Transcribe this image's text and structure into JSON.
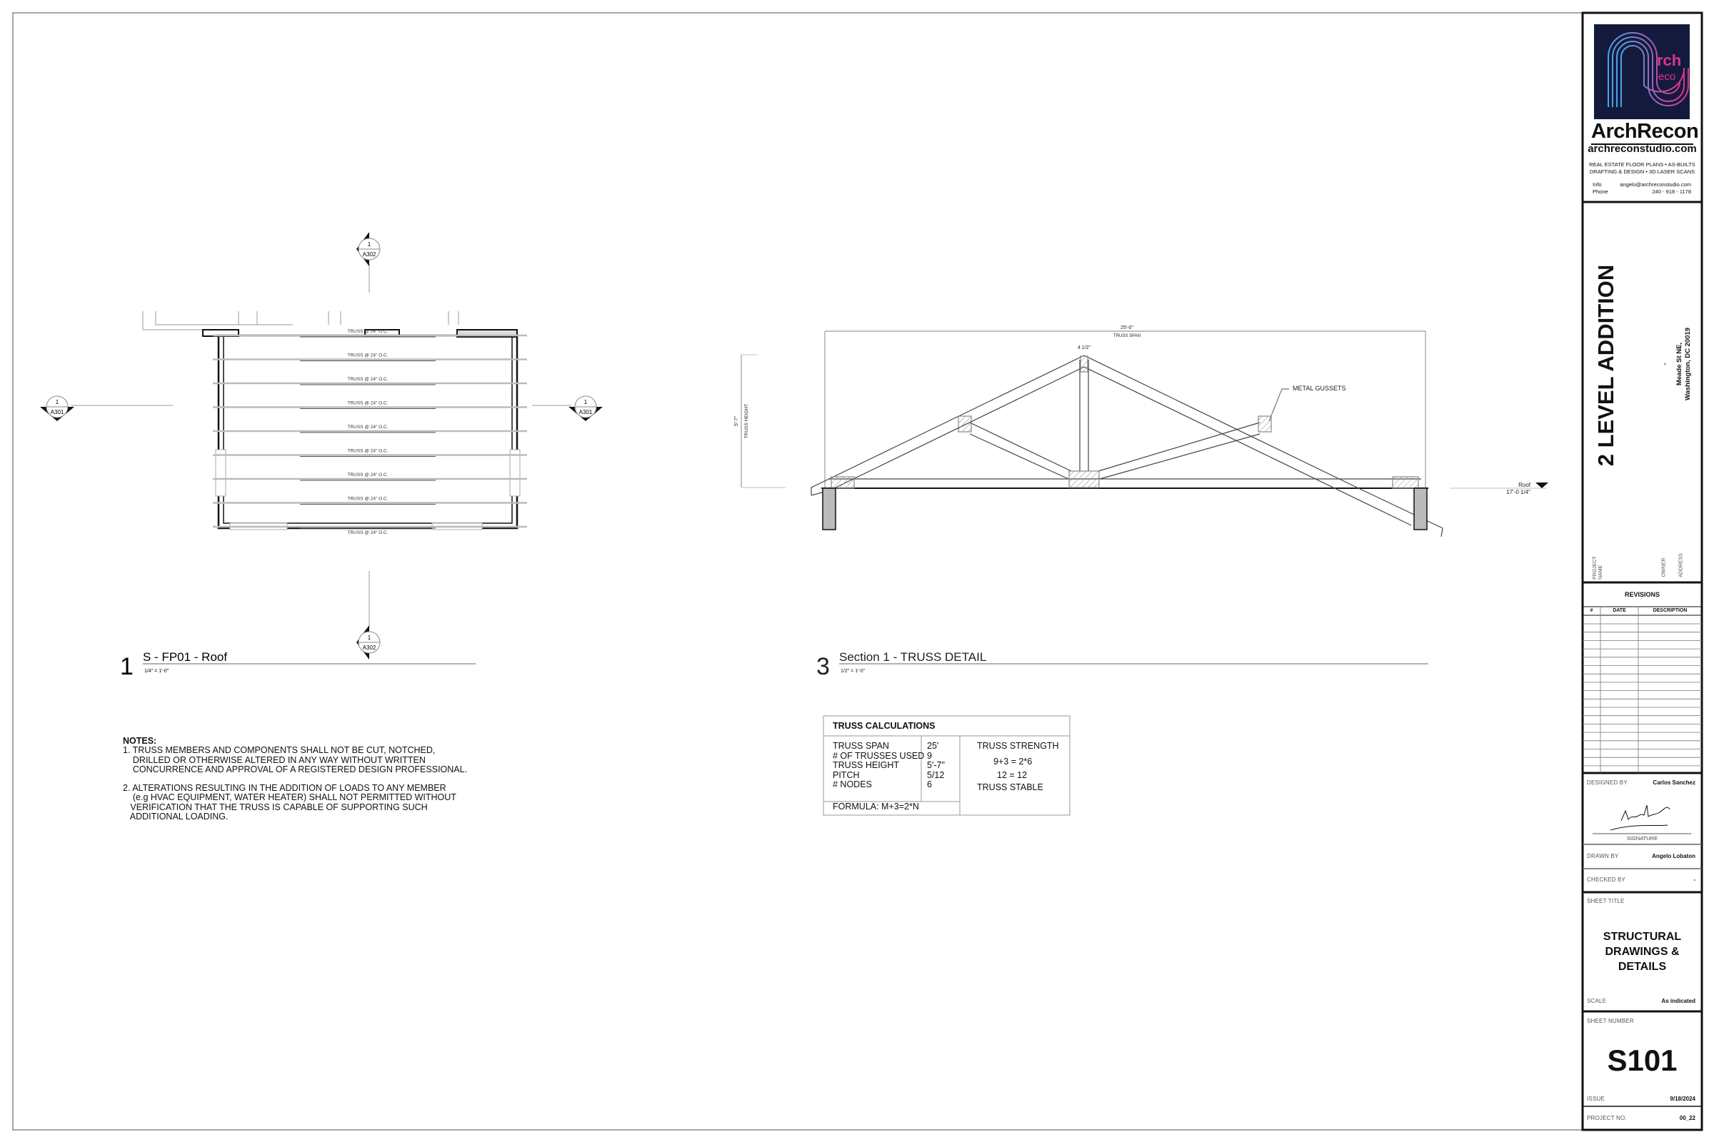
{
  "sheet": {
    "logo": {
      "brand": "ArchRecon",
      "website": "archreconstudio.com",
      "logo_letters": "rch eco",
      "tagline_1": "REAL ESTATE FLOOR PLANS • AS-BUILTS",
      "tagline_2": "DRAFTING  & DESIGN • 3D LASER SCANS",
      "info_label": "Info",
      "info_value": "angelo@archreconstudio.com",
      "phone_label": "Phone",
      "phone_value": "240 - 918 - 1178",
      "colors": {
        "background": "#141a3c",
        "pink": "#e0328f",
        "blue": "#4aa3e8"
      }
    },
    "project": {
      "name": "2 LEVEL ADDITION",
      "owner": "-",
      "address_1": "Meade St NE,",
      "address_2": "Washington, DC 20019",
      "name_label": "PROJECT NAME",
      "owner_label": "OWNER",
      "address_label": "ADDRESS"
    },
    "revisions": {
      "title": "REVISIONS",
      "columns": [
        "#",
        "DATE",
        "DESCRIPTION"
      ]
    },
    "designed_by_label": "DESIGNED BY",
    "designed_by": "Carlos Sanchez",
    "signature_label": "SIGNATURE",
    "drawn_by_label": "DRAWN BY",
    "drawn_by": "Angelo Lobaton",
    "checked_by_label": "CHECKED BY",
    "checked_by": "-",
    "sheet_title_label": "SHEET TITLE",
    "sheet_title_1": "STRUCTURAL",
    "sheet_title_2": "DRAWINGS &",
    "sheet_title_3": "DETAILS",
    "scale_label": "SCALE",
    "scale": "As indicated",
    "sheet_number_label": "SHEET NUMBER",
    "sheet_number": "S101",
    "issue_label": "ISSUE",
    "issue": "9/18/2024",
    "project_no_label": "PROJECT NO.",
    "project_no": "00_22"
  },
  "roof_plan": {
    "number": "1",
    "title": "S - FP01 - Roof",
    "scale": "1/4\" = 1'-0\"",
    "truss_label": "TRUSS @ 24\" O.C.",
    "truss_count": 9,
    "markers": [
      {
        "num": "1",
        "ref": "A302"
      },
      {
        "num": "1",
        "ref": "A302"
      },
      {
        "num": "1",
        "ref": "A301"
      },
      {
        "num": "1",
        "ref": "A301"
      }
    ]
  },
  "truss_detail": {
    "number": "3",
    "title": "Section 1 - TRUSS DETAIL",
    "scale": "1/2\" = 1'-0\"",
    "span_value": "25'-0\"",
    "span_label": "TRUSS SPAN",
    "height_value": "5'-7\"",
    "height_label": "TRUSS HEIGHT",
    "member_width": "4 1/2\"",
    "gusset_label": "METAL GUSSETS",
    "level_name": "Roof",
    "level_elevation": "17'-0 1/4\""
  },
  "notes": {
    "title": "NOTES:",
    "items": [
      "1. TRUSS MEMBERS AND COMPONENTS SHALL NOT BE CUT, NOTCHED,\n    DRILLED OR OTHERWISE ALTERED IN ANY WAY WITHOUT WRITTEN\n    CONCURRENCE AND APPROVAL OF A REGISTERED DESIGN PROFESSIONAL.",
      "2. ALTERATIONS RESULTING IN THE ADDITION OF LOADS TO ANY MEMBER\n    (e.g HVAC EQUIPMENT, WATER HEATER) SHALL NOT PERMITTED WITHOUT\n   VERIFICATION THAT THE TRUSS IS CAPABLE OF SUPPORTING SUCH\n   ADDITIONAL LOADING."
    ]
  },
  "truss_calculations": {
    "title": "TRUSS CALCULATIONS",
    "labels": "TRUSS SPAN\n# OF TRUSSES USED\nTRUSS HEIGHT\nPITCH\n# NODES",
    "values": "25'\n9\n5'-7\"\n5/12\n6",
    "formula": "FORMULA: M+3=2*N",
    "strength_title": "TRUSS STRENGTH",
    "strength_eq1": "9+3 = 2*6",
    "strength_eq2": "12 = 12",
    "strength_result": "TRUSS STABLE"
  }
}
